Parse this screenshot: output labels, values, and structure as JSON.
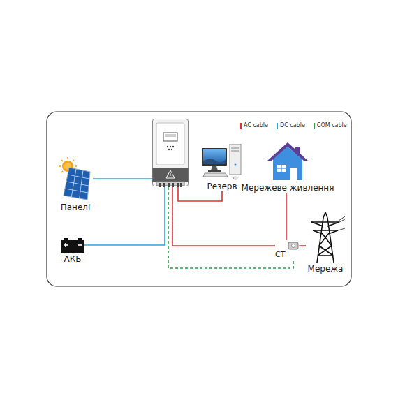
{
  "diagram": {
    "nodes": [
      {
        "text": []
      },
      {
        "text": [
          "Панелі"
        ]
      },
      {
        "text": [
          "АКБ"
        ]
      },
      {
        "text": [
          "Резерв"
        ]
      },
      {
        "text": [
          "Мережеве живлення"
        ]
      },
      {
        "text": [
          "CT"
        ]
      },
      {
        "text": [
          "Мережа"
        ]
      }
    ],
    "edges": [
      {
        "from": 1,
        "to": 0,
        "arrow": "none"
      },
      {
        "from": 2,
        "to": 0,
        "arrow": "none"
      },
      {
        "from": 0,
        "to": 3,
        "arrow": "none"
      },
      {
        "from": 0,
        "to": 5,
        "arrow": "none"
      },
      {
        "from": 4,
        "to": 5,
        "arrow": "none"
      },
      {
        "from": 5,
        "to": 6,
        "arrow": "none"
      },
      {
        "from": 0,
        "to": 5,
        "arrow": "none"
      }
    ],
    "legend": [
      {
        "text": "AC cable",
        "color": "#e8302a"
      },
      {
        "text": "DC cable",
        "color": "#2aa7df"
      },
      {
        "text": "COM cable",
        "color": "#2e9e47"
      }
    ]
  }
}
